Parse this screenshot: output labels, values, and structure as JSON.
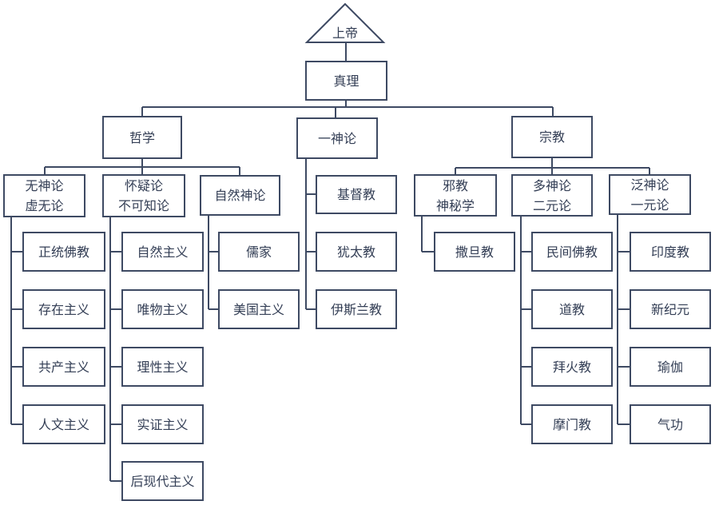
{
  "diagram": {
    "type": "hierarchy-tree",
    "colors": {
      "line": "#3E4A63",
      "text": "#333E55",
      "background": "#ffffff"
    },
    "nodes": {
      "god": {
        "label": "上帝",
        "shape": "triangle"
      },
      "truth": {
        "label": "真理"
      },
      "philosophy": {
        "label": "哲学"
      },
      "monotheism": {
        "label": "一神论"
      },
      "religion": {
        "label": "宗教"
      },
      "atheism_nihilism": {
        "label": "无神论\n虚无论"
      },
      "skepticism_agnosticism": {
        "label": "怀疑论\n不可知论"
      },
      "deism": {
        "label": "自然神论"
      },
      "cult_mysticism": {
        "label": "邪教\n神秘学"
      },
      "polytheism_dualism": {
        "label": "多神论\n二元论"
      },
      "pantheism_monism": {
        "label": "泛神论\n一元论"
      },
      "orthodox_buddhism": {
        "label": "正统佛教"
      },
      "existentialism": {
        "label": "存在主义"
      },
      "communism": {
        "label": "共产主义"
      },
      "humanism": {
        "label": "人文主义"
      },
      "naturalism": {
        "label": "自然主义"
      },
      "materialism": {
        "label": "唯物主义"
      },
      "rationalism": {
        "label": "理性主义"
      },
      "positivism": {
        "label": "实证主义"
      },
      "postmodernism": {
        "label": "后现代主义"
      },
      "confucianism": {
        "label": "儒家"
      },
      "americanism": {
        "label": "美国主义"
      },
      "christianity": {
        "label": "基督教"
      },
      "judaism": {
        "label": "犹太教"
      },
      "islam": {
        "label": "伊斯兰教"
      },
      "satanism": {
        "label": "撒旦教"
      },
      "folk_buddhism": {
        "label": "民间佛教"
      },
      "taoism": {
        "label": "道教"
      },
      "zoroastrianism": {
        "label": "拜火教"
      },
      "mormonism": {
        "label": "摩门教"
      },
      "hinduism": {
        "label": "印度教"
      },
      "new_age": {
        "label": "新纪元"
      },
      "yoga": {
        "label": "瑜伽"
      },
      "qigong": {
        "label": "气功"
      }
    },
    "hierarchy": {
      "god": [
        "truth"
      ],
      "truth": [
        "philosophy",
        "monotheism",
        "religion"
      ],
      "philosophy": [
        "atheism_nihilism",
        "skepticism_agnosticism",
        "deism"
      ],
      "monotheism": [
        "christianity",
        "judaism",
        "islam"
      ],
      "religion": [
        "cult_mysticism",
        "polytheism_dualism",
        "pantheism_monism"
      ],
      "atheism_nihilism": [
        "orthodox_buddhism",
        "existentialism",
        "communism",
        "humanism"
      ],
      "skepticism_agnosticism": [
        "naturalism",
        "materialism",
        "rationalism",
        "positivism",
        "postmodernism"
      ],
      "deism": [
        "confucianism",
        "americanism"
      ],
      "cult_mysticism": [
        "satanism"
      ],
      "polytheism_dualism": [
        "folk_buddhism",
        "taoism",
        "zoroastrianism",
        "mormonism"
      ],
      "pantheism_monism": [
        "hinduism",
        "new_age",
        "yoga",
        "qigong"
      ]
    }
  }
}
